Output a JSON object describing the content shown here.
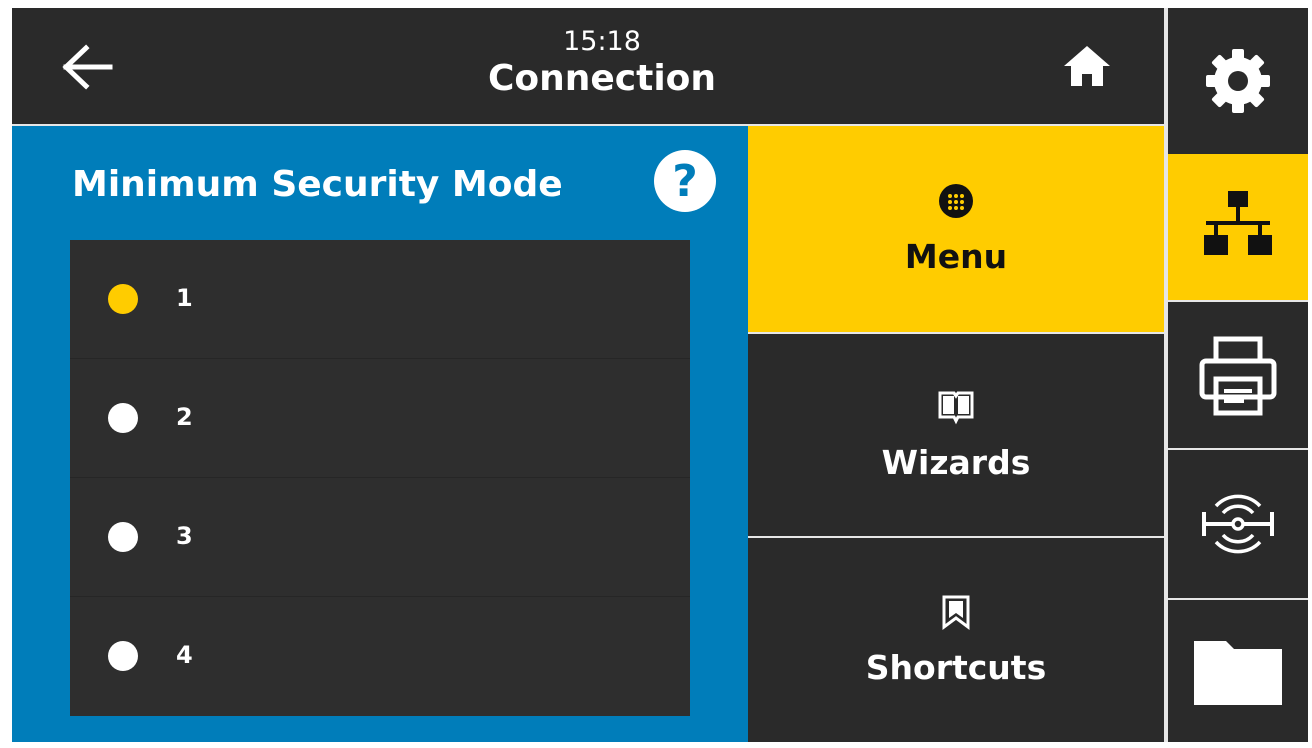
{
  "header": {
    "time": "15:18",
    "title": "Connection",
    "back_icon": "arrow-left-icon",
    "home_icon": "home-icon"
  },
  "panel": {
    "title": "Minimum Security Mode",
    "help_label": "?",
    "options": [
      {
        "label": "1",
        "selected": true
      },
      {
        "label": "2",
        "selected": false
      },
      {
        "label": "3",
        "selected": false
      },
      {
        "label": "4",
        "selected": false
      }
    ]
  },
  "nav": {
    "menu": {
      "label": "Menu",
      "icon": "grid-dots-icon",
      "active": true
    },
    "wizards": {
      "label": "Wizards",
      "icon": "book-icon",
      "active": false
    },
    "shortcuts": {
      "label": "Shortcuts",
      "icon": "bookmark-icon",
      "active": false
    }
  },
  "rail": [
    {
      "icon": "gear-icon",
      "active": false
    },
    {
      "icon": "network-icon",
      "active": true
    },
    {
      "icon": "printer-icon",
      "active": false
    },
    {
      "icon": "rfid-icon",
      "active": false
    },
    {
      "icon": "folder-icon",
      "active": false
    }
  ],
  "colors": {
    "accent_yellow": "#ffcc00",
    "panel_blue": "#007dba",
    "background_dark": "#2a2a2a",
    "text_white": "#ffffff"
  }
}
